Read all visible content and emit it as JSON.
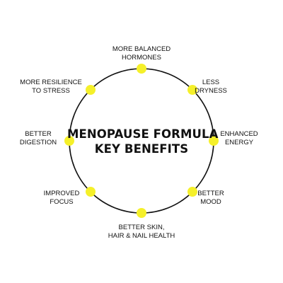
{
  "title": {
    "line1": "MENOPAUSE FORMULA",
    "line2": "KEY BENEFITS"
  },
  "colors": {
    "ring": "#111111",
    "dot": "#f5f02a",
    "text": "#111111",
    "background": "#ffffff"
  },
  "benefits": [
    {
      "lines": [
        "MORE BALANCED",
        "HORMONES"
      ]
    },
    {
      "lines": [
        "LESS",
        "DRYNESS"
      ]
    },
    {
      "lines": [
        "ENHANCED",
        "ENERGY"
      ]
    },
    {
      "lines": [
        "BETTER",
        "MOOD"
      ]
    },
    {
      "lines": [
        "BETTER SKIN,",
        "HAIR & NAIL HEALTH"
      ]
    },
    {
      "lines": [
        "IMPROVED",
        "FOCUS"
      ]
    },
    {
      "lines": [
        "BETTER",
        "DIGESTION"
      ]
    },
    {
      "lines": [
        "MORE RESILIENCE",
        "TO STRESS"
      ]
    }
  ]
}
